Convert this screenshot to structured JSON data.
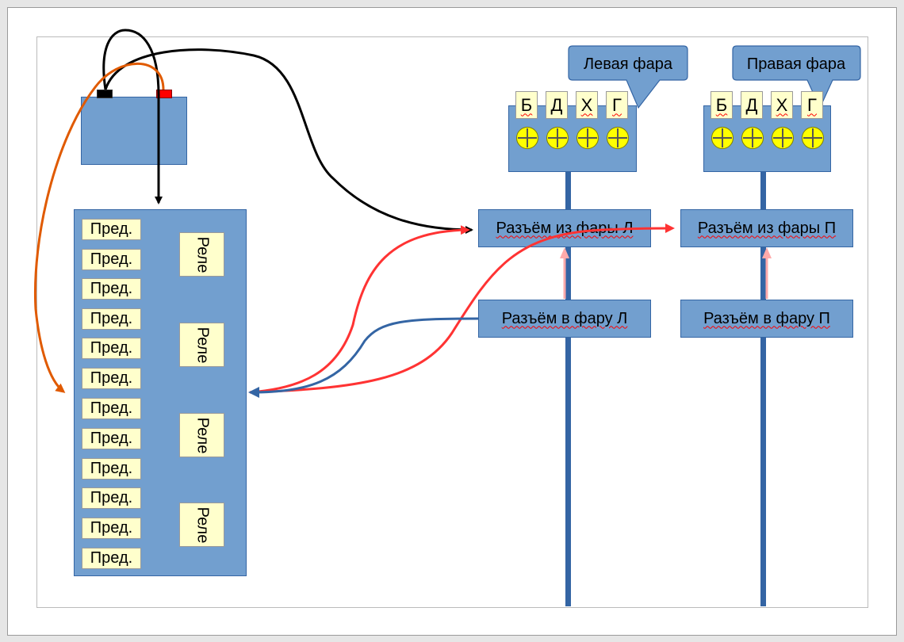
{
  "battery": {
    "neg_color": "#000000",
    "pos_color": "#ff0000"
  },
  "fuse_box": {
    "fuses": [
      "Пред.",
      "Пред.",
      "Пред.",
      "Пред.",
      "Пред.",
      "Пред.",
      "Пред.",
      "Пред.",
      "Пред.",
      "Пред.",
      "Пред.",
      "Пред."
    ],
    "relays": [
      "Реле",
      "Реле",
      "Реле",
      "Реле"
    ]
  },
  "headlight_left": {
    "callout": "Левая фара",
    "pins": [
      "Б",
      "Д",
      "Х",
      "Г"
    ]
  },
  "headlight_right": {
    "callout": "Правая фара",
    "pins": [
      "Б",
      "Д",
      "Х",
      "Г"
    ]
  },
  "connectors": {
    "from_left": "Разъём из фары Л",
    "from_right": "Разъём из фары П",
    "to_left": "Разъём в фару Л",
    "to_right": "Разъём в фару П"
  },
  "colors": {
    "box_fill": "#729fcf",
    "box_border": "#3465a4",
    "label_fill": "#ffffcc",
    "wire_black": "#000000",
    "wire_orange": "#e05a00",
    "wire_red": "#ff3333",
    "wire_blue": "#3465a4",
    "arrow_pink": "#ffaaaa",
    "terminal_yellow": "#ffff00"
  }
}
